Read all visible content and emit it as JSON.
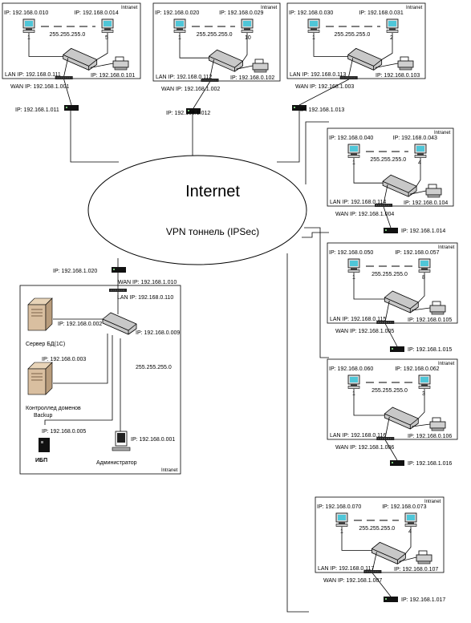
{
  "internet": {
    "title": "Internet",
    "subtitle": "VPN тоннель (IPSec)"
  },
  "intranet_label": "Intranet",
  "mask": "255.255.255.0",
  "offices": [
    {
      "ip_left": "IP: 192.168.0.010",
      "ip_right": "IP: 192.168.0.014",
      "num_left": "1",
      "num_right": "5",
      "lan_ip": "LAN IP: 192.168.0.111",
      "printer_ip": "IP: 192.168.0.101",
      "wan_ip": "WAN IP: 192.168.1.001",
      "modem_ip": "IP: 192.168.1.011"
    },
    {
      "ip_left": "IP: 192.168.0.020",
      "ip_right": "IP: 192.168.0.029",
      "num_left": "1",
      "num_right": "10",
      "lan_ip": "LAN IP: 192.168.0.112",
      "printer_ip": "IP: 192.168.0.102",
      "wan_ip": "WAN IP: 192.168.1.002",
      "modem_ip": "IP: 192.168.1.012"
    },
    {
      "ip_left": "IP: 192.168.0.030",
      "ip_right": "IP: 192.168.0.031",
      "num_left": "1",
      "num_right": "2",
      "lan_ip": "LAN IP: 192.168.0.113",
      "printer_ip": "IP: 192.168.0.103",
      "wan_ip": "WAN IP: 192.168.1.003",
      "modem_ip": "IP: 192.168.1.013"
    },
    {
      "ip_left": "IP: 192.168.0.040",
      "ip_right": "IP: 192.168.0.043",
      "num_left": "1",
      "num_right": "4",
      "lan_ip": "LAN IP: 192.168.0.114",
      "printer_ip": "IP: 192.168.0.104",
      "wan_ip": "WAN IP: 192.168.1.004",
      "modem_ip": "IP: 192.168.1.014"
    },
    {
      "ip_left": "IP: 192.168.0.050",
      "ip_right": "IP: 192.168.0.057",
      "num_left": "1",
      "num_right": "8",
      "lan_ip": "LAN IP: 192.168.0.115",
      "printer_ip": "IP: 192.168.0.105",
      "wan_ip": "WAN IP: 192.168.1.005",
      "modem_ip": "IP: 192.168.1.015"
    },
    {
      "ip_left": "IP: 192.168.0.060",
      "ip_right": "IP: 192.168.0.062",
      "num_left": "1",
      "num_right": "3",
      "lan_ip": "LAN IP: 192.168.0.116",
      "printer_ip": "IP: 192.168.0.106",
      "wan_ip": "WAN IP: 192.168.1.006",
      "modem_ip": "IP: 192.168.1.016"
    },
    {
      "ip_left": "IP: 192.168.0.070",
      "ip_right": "IP: 192.168.0.073",
      "num_left": "1",
      "num_right": "4",
      "lan_ip": "LAN IP: 192.168.0.117",
      "printer_ip": "IP: 192.168.0.107",
      "wan_ip": "WAN IP: 192.168.1.007",
      "modem_ip": "IP: 192.168.1.017"
    }
  ],
  "main_office": {
    "modem_ip": "IP: 192.168.1.020",
    "wan_ip": "WAN IP: 192.168.1.010",
    "lan_ip": "LAN IP: 192.168.0.110",
    "switch_ip": "IP: 192.168.0.009",
    "mask": "255.255.255.0",
    "db_server_ip": "IP: 192.168.0.002",
    "db_server_label": "Сервер БД(1С)",
    "dc_ip": "IP: 192.168.0.003",
    "dc_label_1": "Контроллед доменов",
    "dc_label_2": "Backup",
    "ups_ip": "IP: 192.168.0.005",
    "ups_label": "ИБП",
    "admin_ip": "IP: 192.168.0.001",
    "admin_label": "Администратор"
  }
}
